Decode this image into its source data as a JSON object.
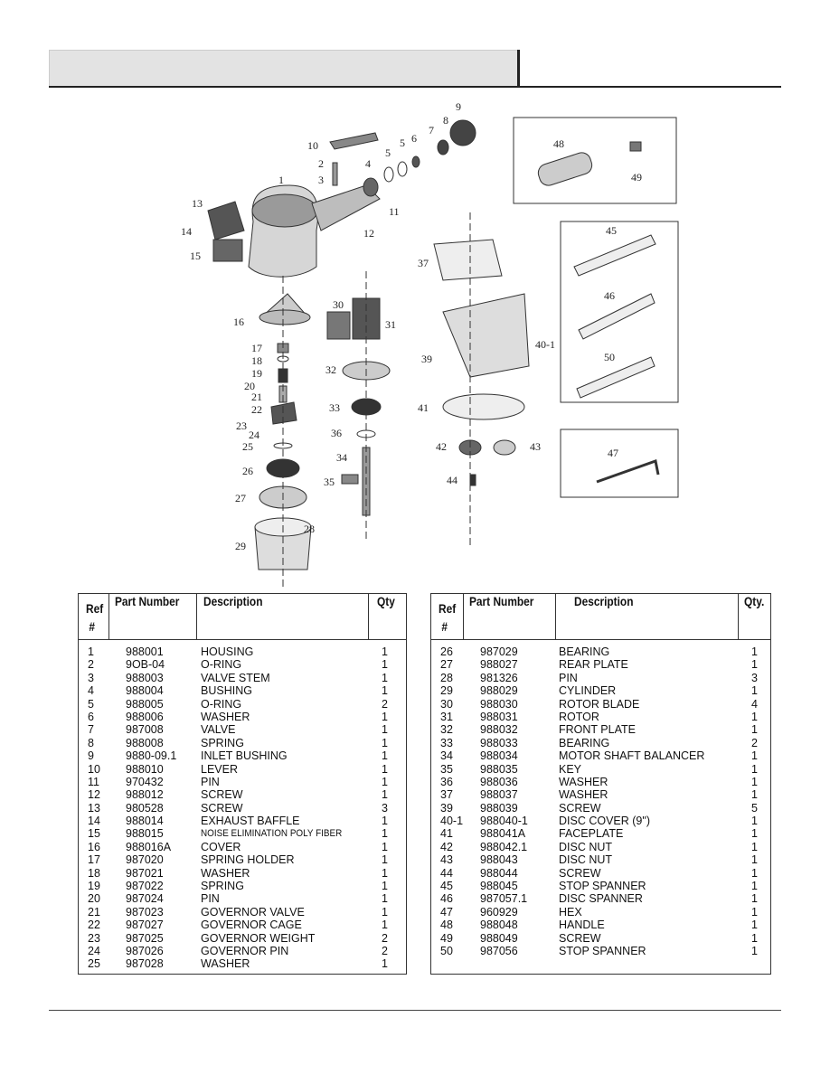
{
  "left_table": {
    "headers": {
      "ref": "Ref #",
      "ref_line1": "Ref",
      "ref_line2": "#",
      "part": "Part Number",
      "desc": "Description",
      "qty": "Qty"
    },
    "rows": [
      {
        "ref": "1",
        "part": "988001",
        "desc": "HOUSING",
        "qty": "1"
      },
      {
        "ref": "2",
        "part": "9OB-04",
        "desc": "O-RING",
        "qty": "1"
      },
      {
        "ref": "3",
        "part": "988003",
        "desc": "VALVE STEM",
        "qty": "1"
      },
      {
        "ref": "4",
        "part": "988004",
        "desc": "BUSHING",
        "qty": "1"
      },
      {
        "ref": "5",
        "part": "988005",
        "desc": "O-RING",
        "qty": "2"
      },
      {
        "ref": "6",
        "part": "988006",
        "desc": "WASHER",
        "qty": "1"
      },
      {
        "ref": "7",
        "part": "987008",
        "desc": "VALVE",
        "qty": "1"
      },
      {
        "ref": "8",
        "part": "988008",
        "desc": "SPRING",
        "qty": "1"
      },
      {
        "ref": "9",
        "part": "9880-09.1",
        "desc": "INLET BUSHING",
        "qty": "1"
      },
      {
        "ref": "10",
        "part": "988010",
        "desc": "LEVER",
        "qty": "1"
      },
      {
        "ref": "11",
        "part": "970432",
        "desc": "PIN",
        "qty": "1"
      },
      {
        "ref": "12",
        "part": "988012",
        "desc": "SCREW",
        "qty": "1"
      },
      {
        "ref": "13",
        "part": "980528",
        "desc": "SCREW",
        "qty": "3"
      },
      {
        "ref": "14",
        "part": "988014",
        "desc": "EXHAUST BAFFLE",
        "qty": "1"
      },
      {
        "ref": "15",
        "part": "988015",
        "desc": "NOISE ELIMINATION POLY FIBER",
        "qty": "1"
      },
      {
        "ref": "16",
        "part": "988016A",
        "desc": "COVER",
        "qty": "1"
      },
      {
        "ref": "17",
        "part": "987020",
        "desc": "SPRING HOLDER",
        "qty": "1"
      },
      {
        "ref": "18",
        "part": "987021",
        "desc": "WASHER",
        "qty": "1"
      },
      {
        "ref": "19",
        "part": "987022",
        "desc": "SPRING",
        "qty": "1"
      },
      {
        "ref": "20",
        "part": "987024",
        "desc": "PIN",
        "qty": "1"
      },
      {
        "ref": "21",
        "part": "987023",
        "desc": "GOVERNOR VALVE",
        "qty": "1"
      },
      {
        "ref": "22",
        "part": "987027",
        "desc": "GOVERNOR CAGE",
        "qty": "1"
      },
      {
        "ref": "23",
        "part": "987025",
        "desc": "GOVERNOR WEIGHT",
        "qty": "2"
      },
      {
        "ref": "24",
        "part": "987026",
        "desc": "GOVERNOR PIN",
        "qty": "2"
      },
      {
        "ref": "25",
        "part": "987028",
        "desc": "WASHER",
        "qty": "1"
      }
    ]
  },
  "right_table": {
    "headers": {
      "ref_line1": "Ref",
      "ref_line2": "#",
      "part": "Part Number",
      "desc": "Description",
      "qty": "Qty."
    },
    "rows": [
      {
        "ref": "26",
        "part": "987029",
        "desc": "BEARING",
        "qty": "1"
      },
      {
        "ref": "27",
        "part": "988027",
        "desc": "REAR PLATE",
        "qty": "1"
      },
      {
        "ref": "28",
        "part": "981326",
        "desc": "PIN",
        "qty": "3"
      },
      {
        "ref": "29",
        "part": "988029",
        "desc": "CYLINDER",
        "qty": "1"
      },
      {
        "ref": "30",
        "part": "988030",
        "desc": "ROTOR BLADE",
        "qty": "4"
      },
      {
        "ref": "31",
        "part": "988031",
        "desc": "ROTOR",
        "qty": "1"
      },
      {
        "ref": "32",
        "part": "988032",
        "desc": "FRONT PLATE",
        "qty": "1"
      },
      {
        "ref": "33",
        "part": "988033",
        "desc": "BEARING",
        "qty": "2"
      },
      {
        "ref": "34",
        "part": "988034",
        "desc": "MOTOR SHAFT BALANCER",
        "qty": "1"
      },
      {
        "ref": "35",
        "part": "988035",
        "desc": "KEY",
        "qty": "1"
      },
      {
        "ref": "36",
        "part": "988036",
        "desc": "WASHER",
        "qty": "1"
      },
      {
        "ref": "37",
        "part": "988037",
        "desc": "WASHER",
        "qty": "1"
      },
      {
        "ref": "39",
        "part": "988039",
        "desc": "SCREW",
        "qty": "5"
      },
      {
        "ref": "40-1",
        "part": "988040-1",
        "desc": "DISC COVER (9\")",
        "qty": "1"
      },
      {
        "ref": "41",
        "part": "988041A",
        "desc": "FACEPLATE",
        "qty": "1"
      },
      {
        "ref": "42",
        "part": "988042.1",
        "desc": "DISC NUT",
        "qty": "1"
      },
      {
        "ref": "43",
        "part": "988043",
        "desc": "DISC NUT",
        "qty": "1"
      },
      {
        "ref": "44",
        "part": "988044",
        "desc": "SCREW",
        "qty": "1"
      },
      {
        "ref": "45",
        "part": "988045",
        "desc": "STOP SPANNER",
        "qty": "1"
      },
      {
        "ref": "46",
        "part": "987057.1",
        "desc": "DISC SPANNER",
        "qty": "1"
      },
      {
        "ref": "47",
        "part": "960929",
        "desc": "HEX",
        "qty": "1"
      },
      {
        "ref": "48",
        "part": "988048",
        "desc": "HANDLE",
        "qty": "1"
      },
      {
        "ref": "49",
        "part": "988049",
        "desc": "SCREW",
        "qty": "1"
      },
      {
        "ref": "50",
        "part": "987056",
        "desc": "STOP SPANNER",
        "qty": "1"
      }
    ]
  },
  "diagram": {
    "callouts": [
      "1",
      "2",
      "3",
      "4",
      "5",
      "5",
      "6",
      "7",
      "8",
      "9",
      "10",
      "11",
      "12",
      "13",
      "14",
      "15",
      "16",
      "17",
      "18",
      "19",
      "20",
      "21",
      "22",
      "23",
      "24",
      "25",
      "26",
      "27",
      "28",
      "29",
      "30",
      "31",
      "32",
      "33",
      "34",
      "35",
      "36",
      "37",
      "39",
      "40-1",
      "41",
      "42",
      "43",
      "44",
      "45",
      "46",
      "47",
      "48",
      "49",
      "50"
    ]
  }
}
